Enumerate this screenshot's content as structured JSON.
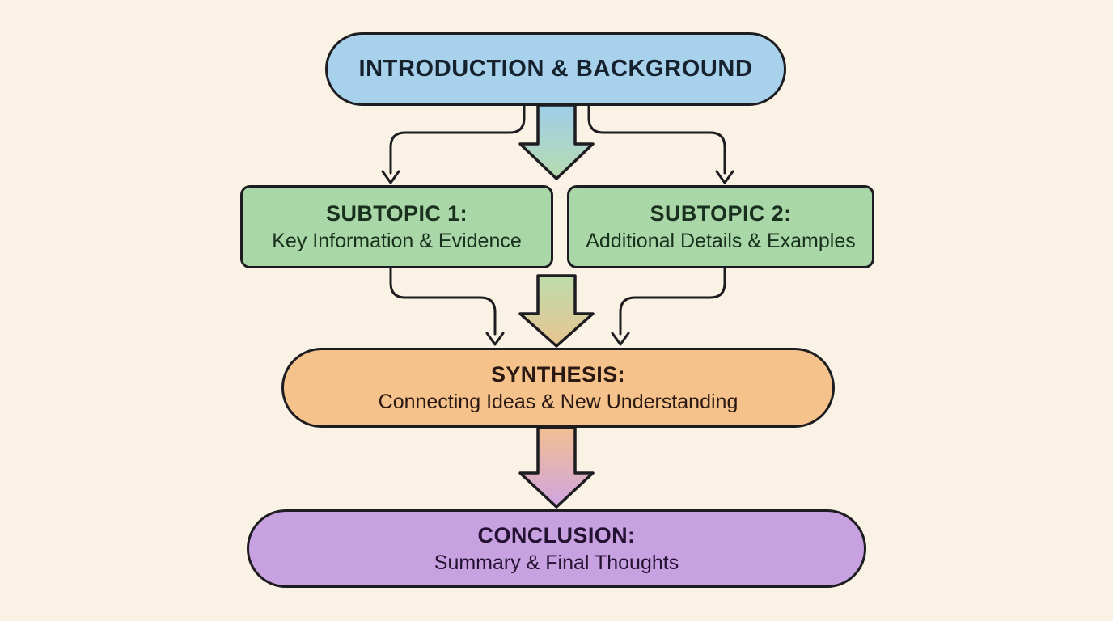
{
  "diagram": {
    "background": "#faf2e4",
    "stroke": "#1d1d21",
    "nodes": [
      {
        "id": "introduction",
        "title": "INTRODUCTION & BACKGROUND",
        "subtitle": "",
        "fill": "#a8d2ec",
        "text_color": "#15222e",
        "shape": "pill"
      },
      {
        "id": "subtopic-1",
        "title": "SUBTOPIC 1:",
        "subtitle": "Key Information & Evidence",
        "fill": "#aad7a7",
        "text_color": "#18301d",
        "shape": "rect"
      },
      {
        "id": "subtopic-2",
        "title": "SUBTOPIC 2:",
        "subtitle": "Additional Details & Examples",
        "fill": "#aad7a7",
        "text_color": "#18301d",
        "shape": "rect"
      },
      {
        "id": "synthesis",
        "title": "SYNTHESIS:",
        "subtitle": "Connecting Ideas & New Understanding",
        "fill": "#f5c28c",
        "text_color": "#2a1812",
        "shape": "pill"
      },
      {
        "id": "conclusion",
        "title": "CONCLUSION:",
        "subtitle": "Summary & Final Thoughts",
        "fill": "#c8a2e0",
        "text_color": "#241233",
        "shape": "pill"
      }
    ],
    "arrow_gradients": [
      {
        "id": "intro-to-subtopics",
        "from": "#9fcdea",
        "to": "#b7dcae"
      },
      {
        "id": "subtopics-to-synthesis",
        "from": "#bedcac",
        "to": "#e8c490"
      },
      {
        "id": "synthesis-to-conclusion",
        "from": "#f2bf92",
        "to": "#cfa4e0"
      }
    ]
  }
}
